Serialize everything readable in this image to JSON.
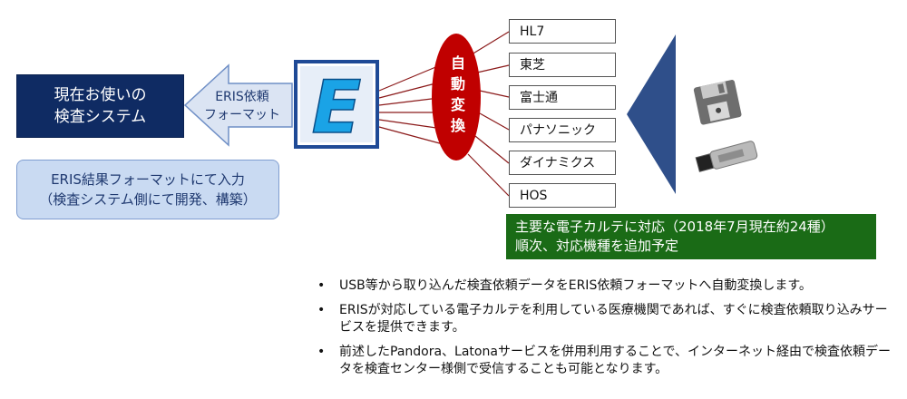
{
  "current_system": {
    "line1": "現在お使いの",
    "line2": "検査システム"
  },
  "arrow": {
    "line1": "ERIS依頼",
    "line2": "フォーマット"
  },
  "logo": {
    "letter": "E"
  },
  "result_box": {
    "line1": "ERIS結果フォーマットにて入力",
    "line2": "（検査システム側にて開発、構築）"
  },
  "auto_convert": {
    "label": "自動変換"
  },
  "vendors": [
    "HL7",
    "東芝",
    "富士通",
    "パナソニック",
    "ダイナミクス",
    "HOS"
  ],
  "ehr_note": {
    "line1": "主要な電子カルテに対応（2018年7月現在約24種）",
    "line2": "順次、対応機種を追加予定"
  },
  "bullets": [
    "USB等から取り込んだ検査依頼データをERIS依頼フォーマットへ自動変換します。",
    "ERISが対応している電子カルテを利用している医療機関であれば、すぐに検査依頼取り込みサービスを提供できます。",
    "前述したPandora、Latonaサービスを併用利用することで、インターネット経由で検査依頼データを検査センター様側で受信することも可能となります。"
  ],
  "colors": {
    "navy": "#0f2b63",
    "red": "#c00000",
    "green": "#1a6b16",
    "light_blue": "#c9daf2",
    "triangle": "#2f4f8a"
  },
  "icons": [
    "floppy-disk-icon",
    "usb-drive-icon"
  ]
}
